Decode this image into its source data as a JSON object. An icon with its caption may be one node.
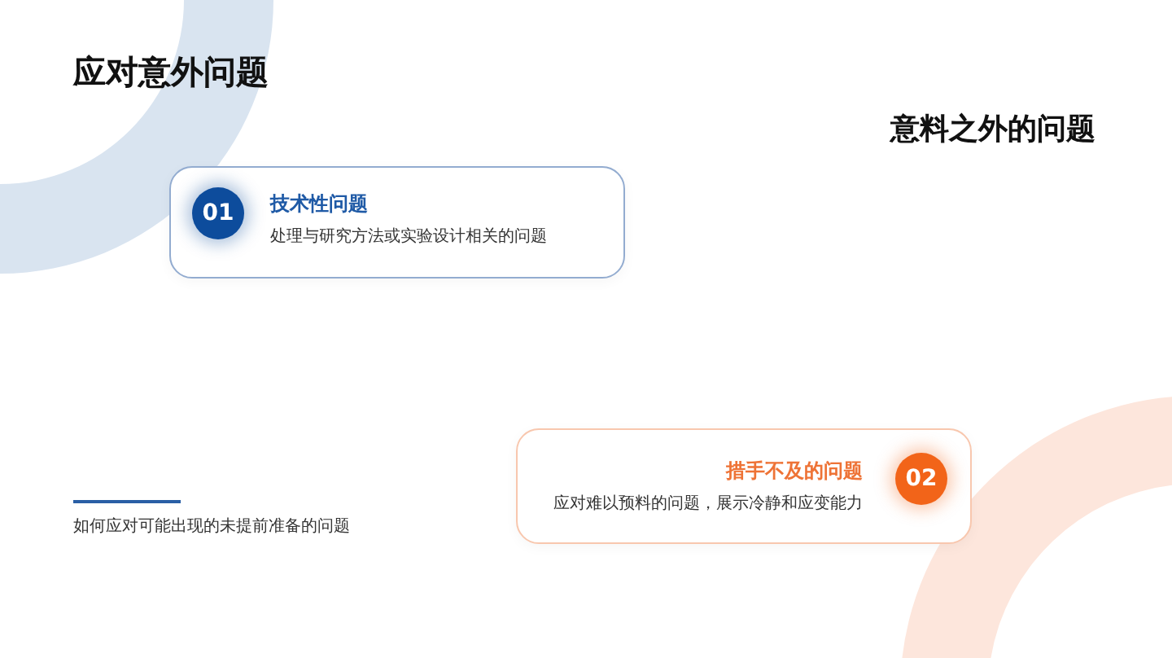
{
  "diagram": {
    "title": "应对意外问题",
    "nodes": [
      {
        "text": [
          "技术性问题",
          "处理与研究方法或实验设计相关的问题"
        ]
      },
      {
        "text": [
          "01"
        ],
        "in": 0
      },
      {
        "text": [
          "措手不及的问题",
          "应对难以预料的问题，展示冷静和应变能力"
        ]
      },
      {
        "text": [
          "02"
        ],
        "in": 2
      }
    ],
    "labels": [
      "意料之外的问题",
      "如何应对可能出现的未提前准备的问题"
    ]
  }
}
